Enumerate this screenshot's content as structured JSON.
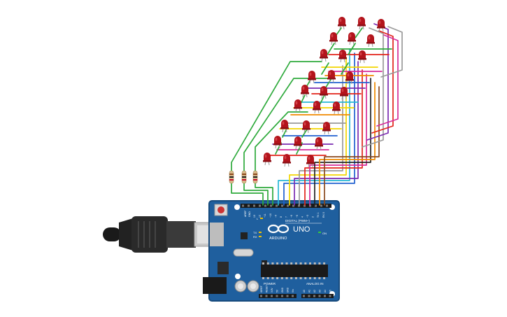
{
  "board": {
    "model_label": "UNO",
    "brand_label": "ARDUINO",
    "digital_header_label": "DIGITAL (PWM~)",
    "power_label": "POWER",
    "analog_label": "ANALOG IN",
    "aref_label": "AREF",
    "gnd_label": "GND",
    "tx_label": "TX",
    "rx_label": "RX",
    "l_label": "L",
    "on_label": "ON",
    "top_pin_labels": [
      "13",
      "12",
      "~11",
      "~10",
      "~9",
      "8",
      "7",
      "~6",
      "~5",
      "4",
      "~3",
      "2",
      "TX 1",
      "RX 0"
    ],
    "power_pin_labels": [
      "IOREF",
      "RESET",
      "3.3V",
      "5V",
      "GND",
      "GND",
      "Vin"
    ],
    "analog_pin_labels": [
      "A0",
      "A1",
      "A2",
      "A3",
      "A4",
      "A5"
    ]
  },
  "colors": {
    "board": "#1f5f9e",
    "board_dark": "#174a7c",
    "led": "#b3141c",
    "wire_green": "#2eaa3c",
    "wire_yellow": "#f2d600",
    "wire_orange": "#f08a00",
    "wire_red": "#e2231a",
    "wire_blue": "#2060d0",
    "wire_cyan": "#27b7d6",
    "wire_purple": "#7a2bb0",
    "wire_magenta": "#d62d9a",
    "wire_gray": "#9a9a9a",
    "wire_black": "#222222",
    "wire_brown": "#8b4a1e"
  },
  "icons": {
    "logo": "infinity-logo-icon",
    "usb": "usb-cable-icon"
  }
}
